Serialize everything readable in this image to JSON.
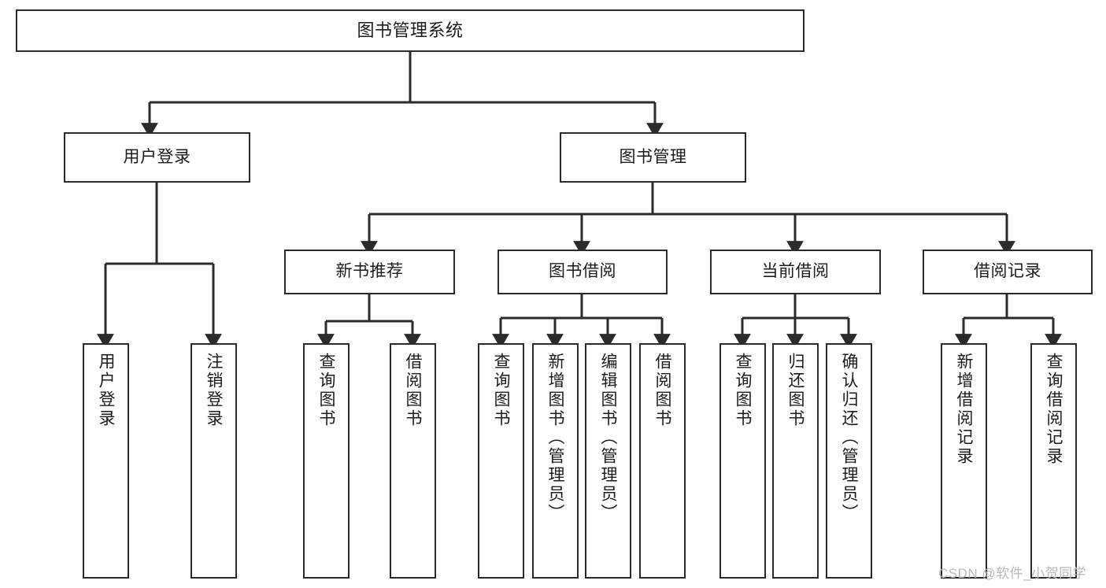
{
  "diagram": {
    "title": "图书管理系统",
    "type": "tree-hierarchy",
    "watermark": "CSDN @软件_小贺同学",
    "colors": {
      "background": "#ffffff",
      "box_border": "#2b2b2b",
      "box_fill": "#ffffff",
      "connector": "#2b2b2b",
      "text": "#1c1c1c",
      "watermark": "#b9b9b9"
    },
    "root": {
      "label": "图书管理系统"
    },
    "level2": [
      {
        "label": "用户登录"
      },
      {
        "label": "图书管理"
      }
    ],
    "level3": [
      {
        "label": "新书推荐"
      },
      {
        "label": "图书借阅"
      },
      {
        "label": "当前借阅"
      },
      {
        "label": "借阅记录"
      }
    ],
    "leaves": {
      "user_login": [
        {
          "label": "用户登录"
        },
        {
          "label": "注销登录"
        }
      ],
      "new_book": [
        {
          "label": "查询图书"
        },
        {
          "label": "借阅图书"
        }
      ],
      "book_borrow": [
        {
          "label": "查询图书"
        },
        {
          "label": "新增图书（管理员）"
        },
        {
          "label": "编辑图书（管理员）"
        },
        {
          "label": "借阅图书"
        }
      ],
      "current_borrow": [
        {
          "label": "查询图书"
        },
        {
          "label": "归还图书"
        },
        {
          "label": "确认归还（管理员）"
        }
      ],
      "borrow_record": [
        {
          "label": "新增借阅记录"
        },
        {
          "label": "查询借阅记录"
        }
      ]
    }
  }
}
